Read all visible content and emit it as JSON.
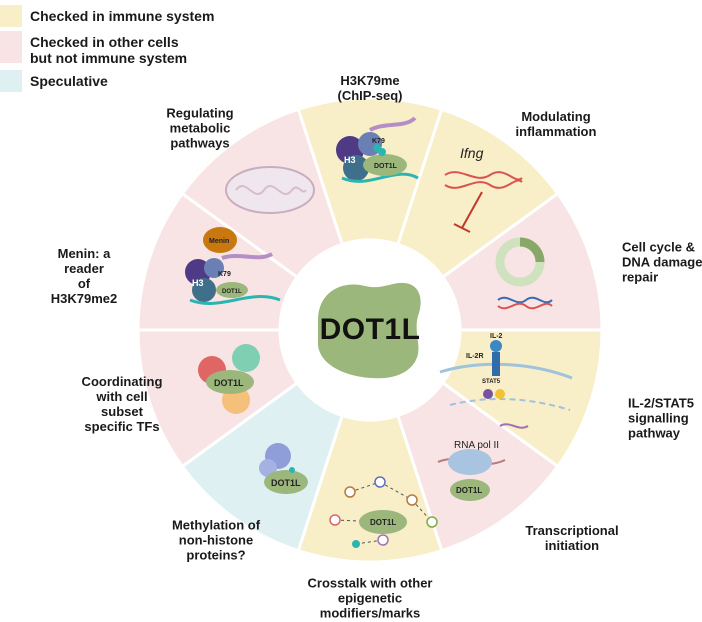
{
  "legend": [
    {
      "label_lines": [
        "Checked in immune system"
      ],
      "color": "#f8eec8"
    },
    {
      "label_lines": [
        "Checked in other cells",
        "but not immune system"
      ],
      "color": "#f8e4e4"
    },
    {
      "label_lines": [
        "Speculative"
      ],
      "color": "#dff0f3"
    }
  ],
  "center": {
    "title": "DOT1L",
    "color": "#9cb77b"
  },
  "segments": [
    {
      "label_lines": [
        "H3K79me",
        "(ChIP-seq)"
      ],
      "category": "immune"
    },
    {
      "label_lines": [
        "Modulating",
        "inflammation"
      ],
      "category": "immune"
    },
    {
      "label_lines": [
        "Cell cycle &",
        "DNA damage",
        "repair"
      ],
      "category": "other"
    },
    {
      "label_lines": [
        "IL-2/STAT5",
        "signalling",
        "pathway"
      ],
      "category": "immune"
    },
    {
      "label_lines": [
        "Transcriptional",
        "initiation"
      ],
      "category": "other"
    },
    {
      "label_lines": [
        "Crosstalk with other",
        "epigenetic",
        "modifiers/marks"
      ],
      "category": "immune"
    },
    {
      "label_lines": [
        "Methylation of",
        "non-histone",
        "proteins?"
      ],
      "category": "speculative"
    },
    {
      "label_lines": [
        "Coordinating",
        "with cell",
        "subset",
        "specific TFs"
      ],
      "category": "other"
    },
    {
      "label_lines": [
        "Menin: a",
        "reader",
        "of",
        "H3K79me2"
      ],
      "category": "other"
    },
    {
      "label_lines": [
        "Regulating",
        "metabolic",
        "pathways"
      ],
      "category": "other"
    }
  ],
  "icons": {
    "ifng": "Ifng",
    "h3": "H3",
    "k79": "K79",
    "dot1l": "DOT1L",
    "menin": "Menin",
    "il2": "IL-2",
    "il2r": "IL-2R",
    "stat5": "STAT5",
    "rna_pol": "RNA pol II"
  },
  "colors": {
    "immune": "#f8eec8",
    "other": "#f8e4e4",
    "speculative": "#dff0f3",
    "stroke": "#ffffff"
  }
}
